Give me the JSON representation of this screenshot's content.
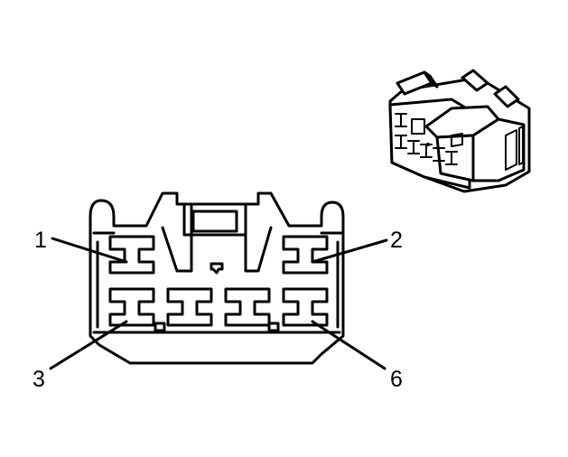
{
  "pin_labels": {
    "pin_1": "1",
    "pin_2": "2",
    "pin_3": "3",
    "pin_6": "6"
  }
}
